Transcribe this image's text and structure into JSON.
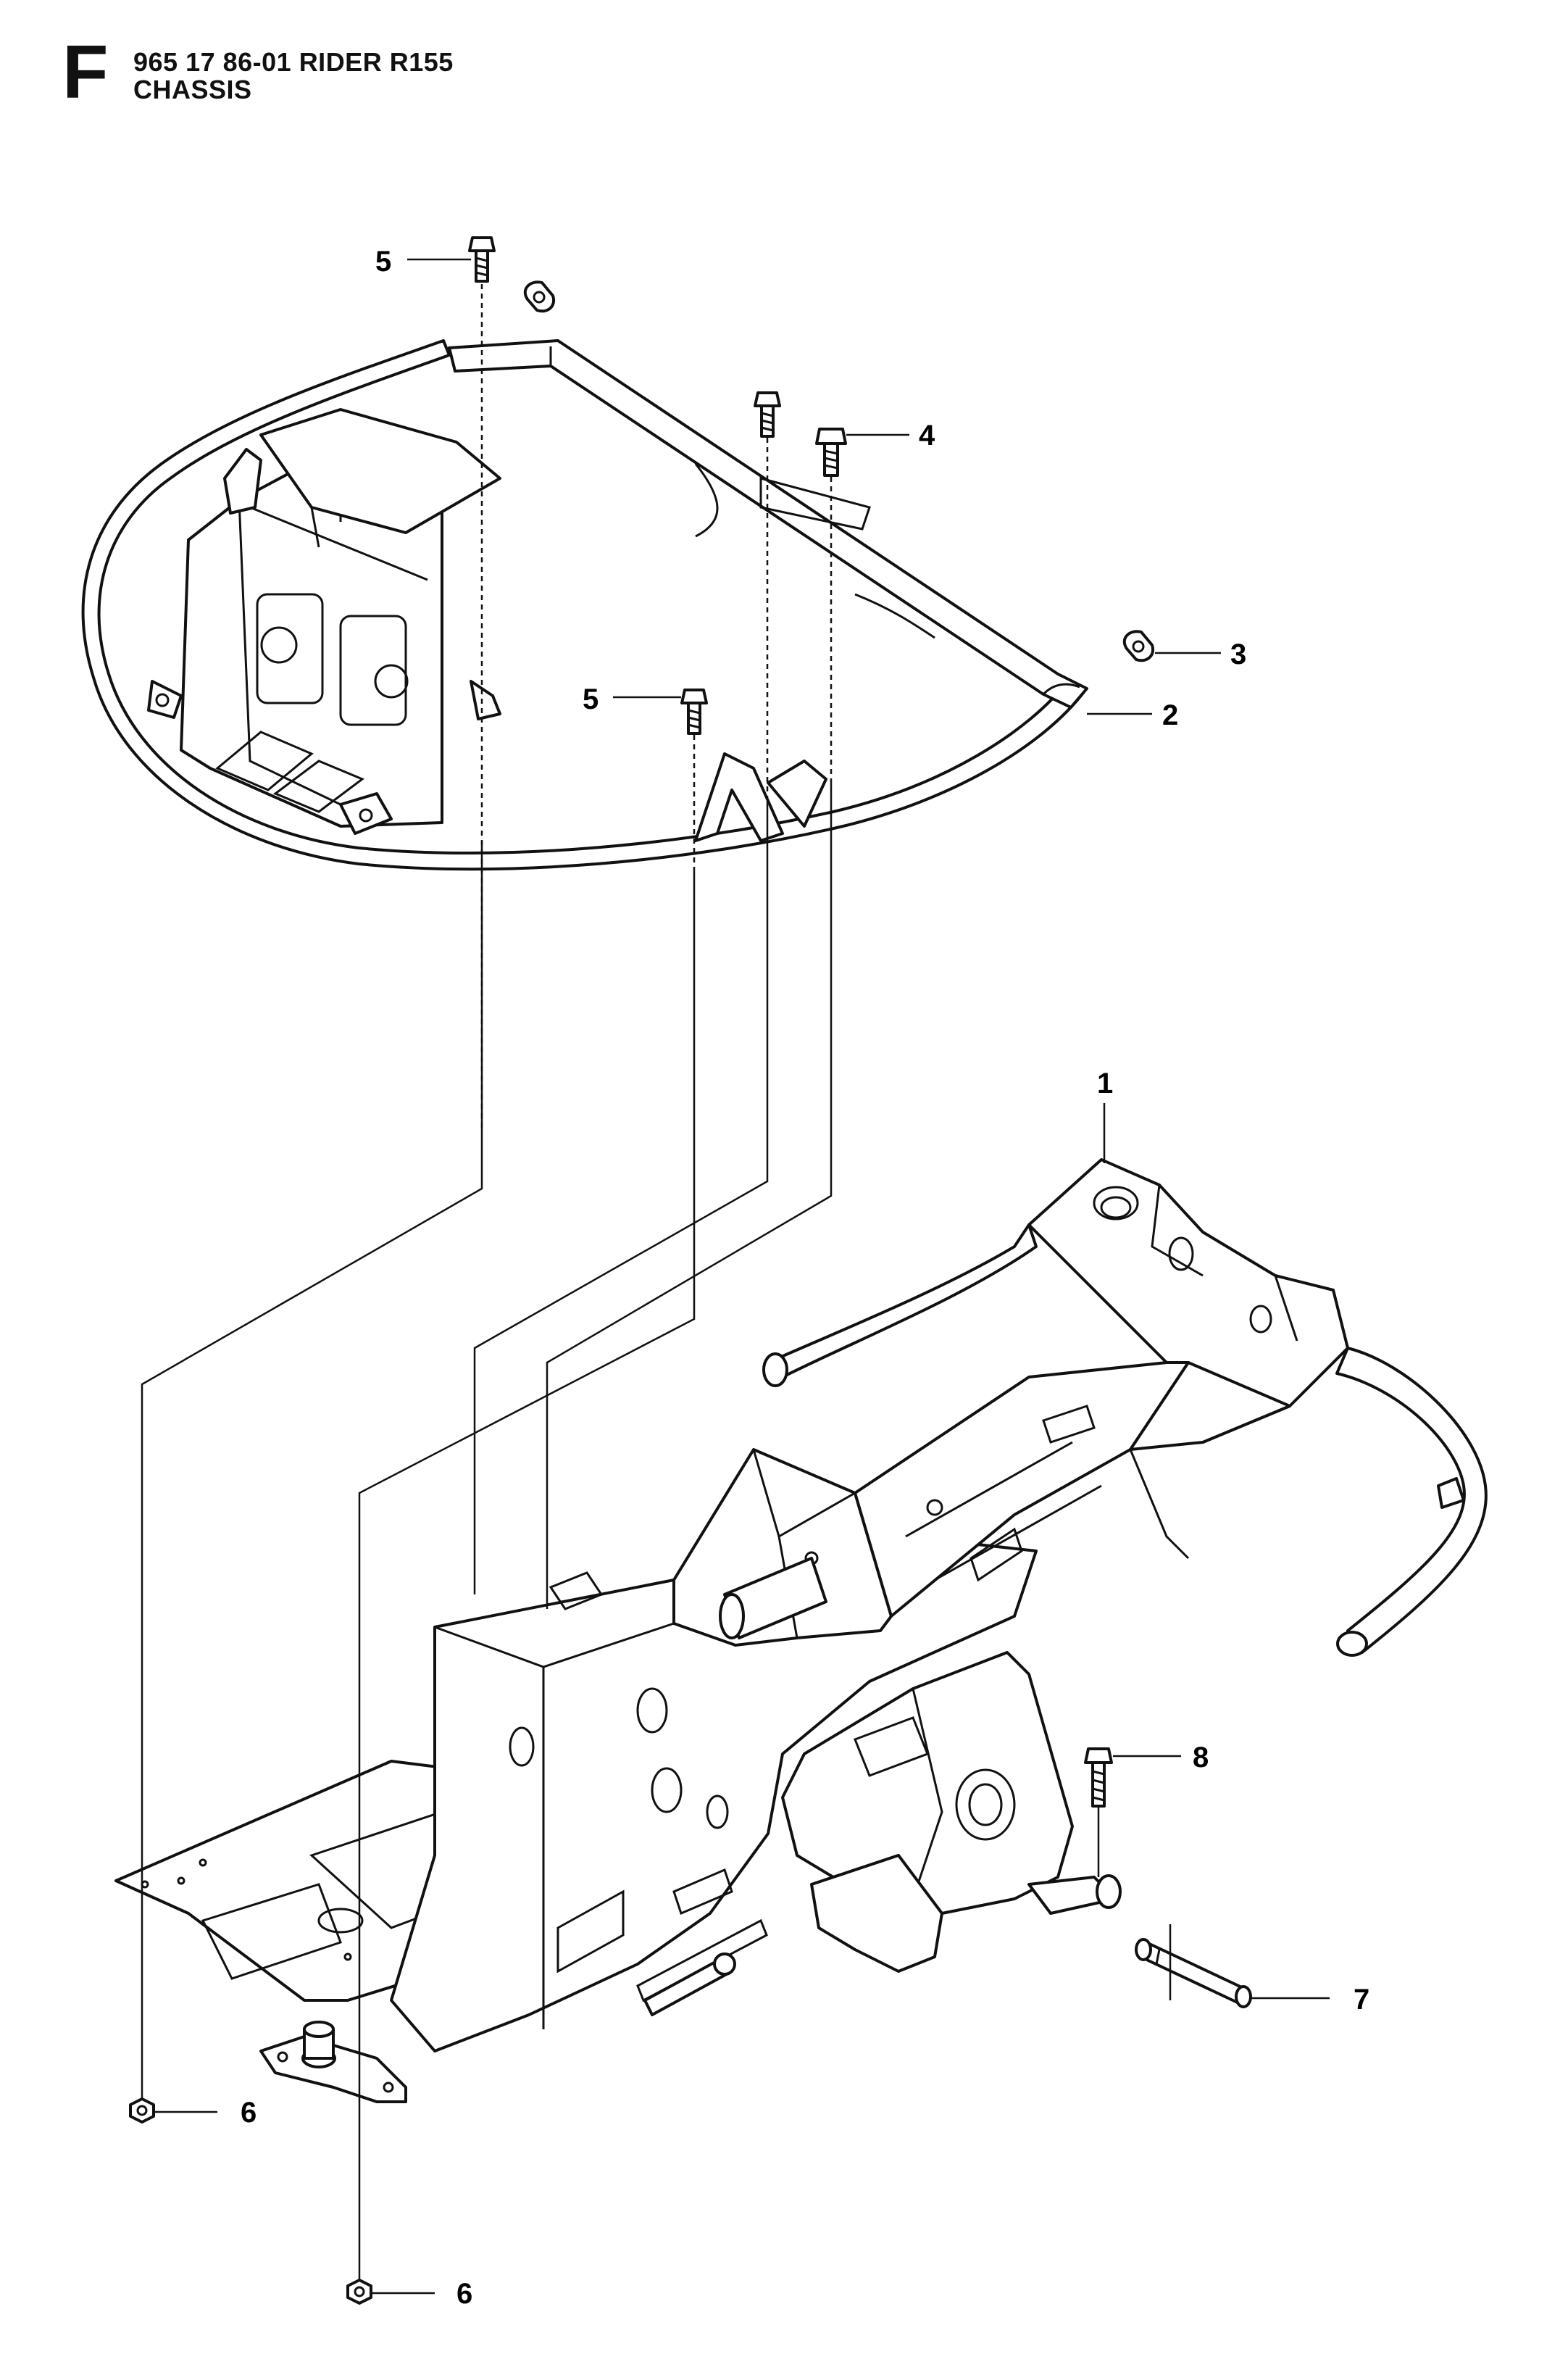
{
  "header": {
    "section_letter": "F",
    "model": "965 17 86-01 RIDER R155",
    "section_name": "CHASSIS"
  },
  "callouts": [
    {
      "id": "1",
      "label": "1"
    },
    {
      "id": "2",
      "label": "2"
    },
    {
      "id": "3",
      "label": "3"
    },
    {
      "id": "4",
      "label": "4"
    },
    {
      "id": "5a",
      "label": "5"
    },
    {
      "id": "5b",
      "label": "5"
    },
    {
      "id": "6a",
      "label": "6"
    },
    {
      "id": "6b",
      "label": "6"
    },
    {
      "id": "7",
      "label": "7"
    },
    {
      "id": "8",
      "label": "8"
    }
  ]
}
